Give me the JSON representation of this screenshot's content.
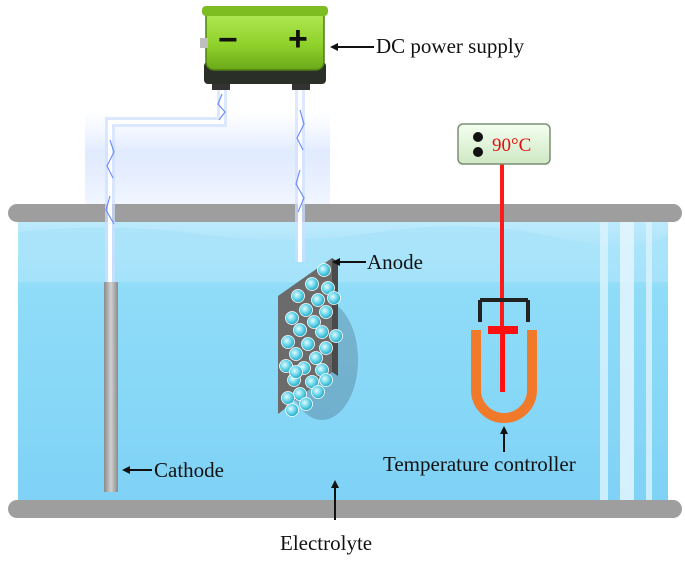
{
  "labels": {
    "dc_power_supply": "DC power supply",
    "anode": "Anode",
    "cathode": "Cathode",
    "temperature_controller": "Temperature controller",
    "electrolyte": "Electrolyte",
    "temperature_display": "90°C",
    "battery_negative": "−",
    "battery_positive": "+"
  },
  "colors": {
    "electrolyte": "#8fd9f7",
    "electrolyte_deep": "#6fcdf5",
    "tank_rim": "#9a9a9a",
    "battery_body": "#8fd12a",
    "heater_tube": "#f07a2a",
    "thermo_wire": "#ff1a1a",
    "electrode": "#a0a0a0",
    "bubble": "#5fd3e8"
  }
}
